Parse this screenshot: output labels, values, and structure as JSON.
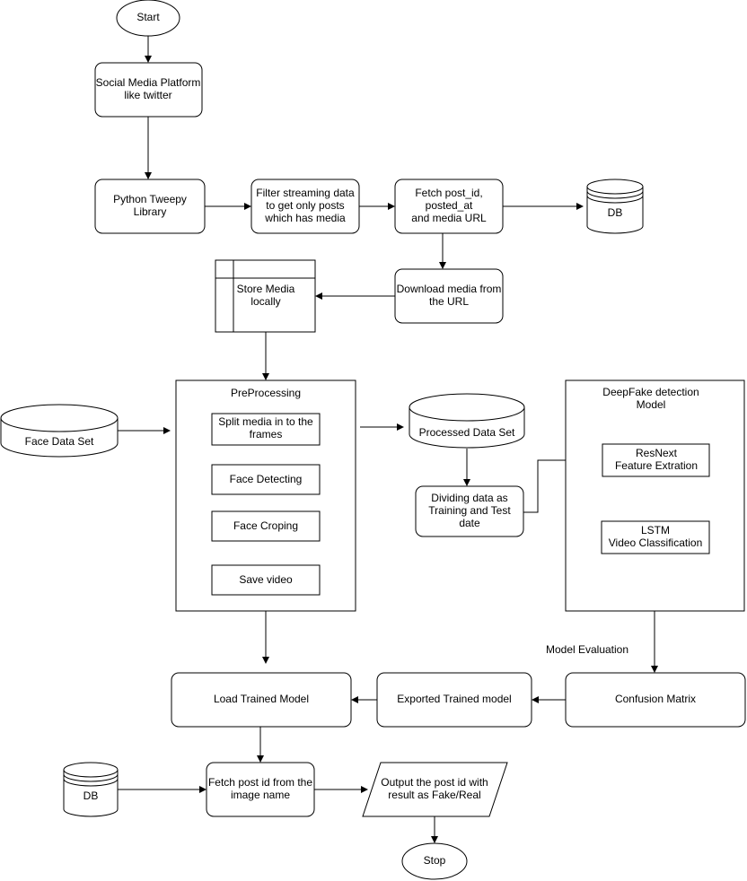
{
  "nodes": {
    "start": {
      "lines": [
        "Start"
      ]
    },
    "social_media": {
      "lines": [
        "Social Media Platform",
        "like twitter"
      ]
    },
    "tweepy": {
      "lines": [
        "Python Tweepy",
        "Library"
      ]
    },
    "filter": {
      "lines": [
        "Filter streaming data",
        "to get only posts",
        "which has media"
      ]
    },
    "fetch_meta": {
      "lines": [
        "Fetch post_id,",
        "posted_at",
        "and media URL"
      ]
    },
    "db_top": {
      "lines": [
        "DB"
      ]
    },
    "download": {
      "lines": [
        "Download media from",
        "the URL"
      ]
    },
    "store": {
      "lines": [
        "Store Media",
        "locally"
      ]
    },
    "preprocessing": {
      "lines": [
        "PreProcessing"
      ]
    },
    "face_dataset": {
      "lines": [
        "Face Data Set"
      ]
    },
    "split": {
      "lines": [
        "Split media in to the",
        "frames"
      ]
    },
    "face_detect": {
      "lines": [
        "Face Detecting"
      ]
    },
    "face_crop": {
      "lines": [
        "Face Croping"
      ]
    },
    "save_video": {
      "lines": [
        "Save video"
      ]
    },
    "processed": {
      "lines": [
        "Processed Data Set"
      ]
    },
    "dividing": {
      "lines": [
        "Dividing data as",
        "Training and Test",
        "date"
      ]
    },
    "deepfake": {
      "lines": [
        "DeepFake detection",
        "Model"
      ]
    },
    "resnext": {
      "lines": [
        "ResNext",
        "Feature Extration"
      ]
    },
    "lstm": {
      "lines": [
        "LSTM",
        "Video Classification"
      ]
    },
    "model_eval": {
      "lines": [
        "Model Evaluation"
      ]
    },
    "confusion": {
      "lines": [
        "Confusion Matrix"
      ]
    },
    "exported": {
      "lines": [
        "Exported Trained model"
      ]
    },
    "load_model": {
      "lines": [
        "Load Trained Model"
      ]
    },
    "db_bottom": {
      "lines": [
        "DB"
      ]
    },
    "fetch_post": {
      "lines": [
        "Fetch post id from the",
        "image name"
      ]
    },
    "output": {
      "lines": [
        "Output the post id with",
        "result as Fake/Real"
      ]
    },
    "stop": {
      "lines": [
        "Stop"
      ]
    }
  }
}
